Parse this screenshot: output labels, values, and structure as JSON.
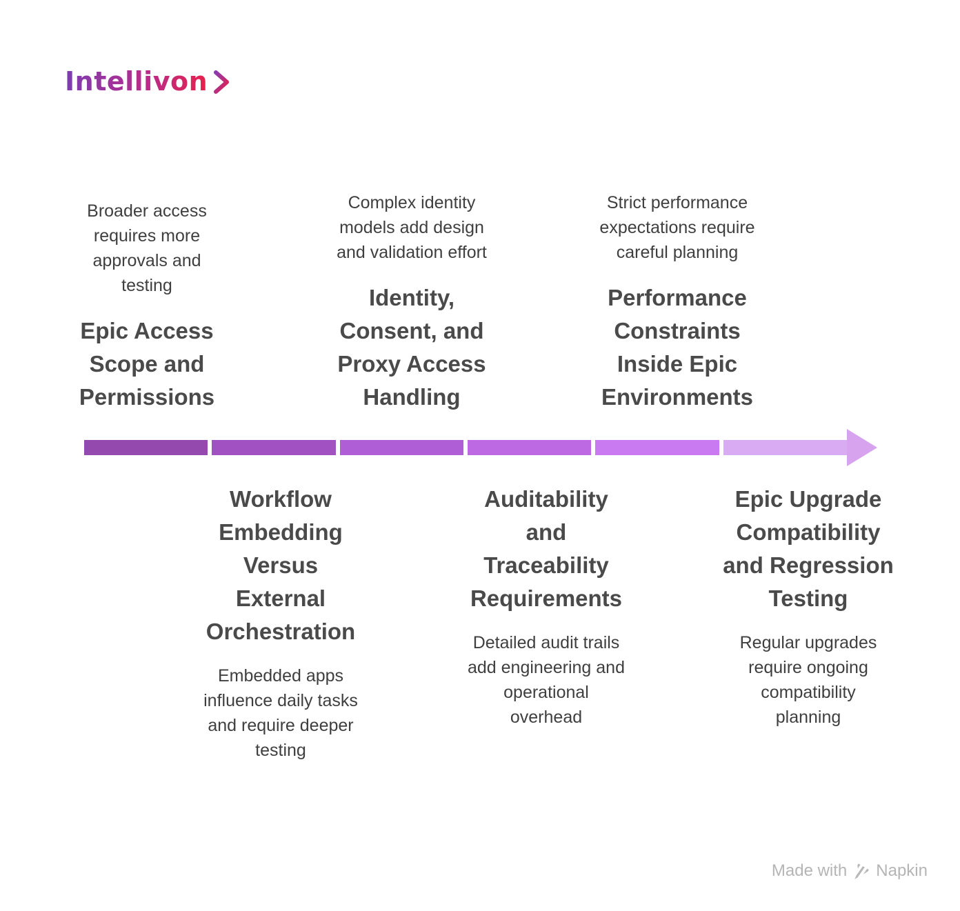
{
  "logo": {
    "text": "Intellivon",
    "gradient": [
      "#7d3cb0",
      "#b52d8d",
      "#e6214c"
    ],
    "chevron_gradient": [
      "#8a3bb0",
      "#e6214c"
    ]
  },
  "top_items": [
    {
      "desc_lines": [
        "Broader access",
        "requires more",
        "approvals and",
        "testing"
      ],
      "title_lines": [
        "Epic Access",
        "Scope and",
        "Permissions"
      ]
    },
    {
      "desc_lines": [
        "Complex identity",
        "models add design",
        "and validation effort"
      ],
      "title_lines": [
        "Identity,",
        "Consent, and",
        "Proxy Access",
        "Handling"
      ]
    },
    {
      "desc_lines": [
        "Strict performance",
        "expectations require",
        "careful planning"
      ],
      "title_lines": [
        "Performance",
        "Constraints",
        "Inside Epic",
        "Environments"
      ]
    }
  ],
  "bottom_items": [
    {
      "title_lines": [
        "Workflow",
        "Embedding",
        "Versus",
        "External",
        "Orchestration"
      ],
      "desc_lines": [
        "Embedded apps",
        "influence daily tasks",
        "and require deeper",
        "testing"
      ]
    },
    {
      "title_lines": [
        "Auditability",
        "and",
        "Traceability",
        "Requirements"
      ],
      "desc_lines": [
        "Detailed audit trails",
        "add engineering and",
        "operational",
        "overhead"
      ]
    },
    {
      "title_lines": [
        "Epic Upgrade",
        "Compatibility",
        "and Regression",
        "Testing"
      ],
      "desc_lines": [
        "Regular upgrades",
        "require ongoing",
        "compatibility",
        "planning"
      ]
    }
  ],
  "arrow": {
    "direction": "right",
    "segment_colors": [
      "#9449ae",
      "#a251c2",
      "#b05ed6",
      "#bd69e4",
      "#ca7af0",
      "#d9abf3"
    ],
    "arrowhead_color": "#d7a3ee"
  },
  "credit": {
    "made_with": "Made with",
    "brand": "Napkin"
  }
}
